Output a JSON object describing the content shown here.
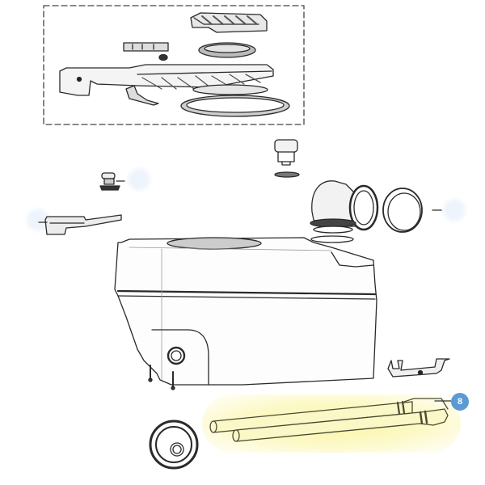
{
  "diagram": {
    "type": "exploded-parts-view",
    "subject": "portable toilet waste tank assembly",
    "highlight_color": "#fbf6a8",
    "callout_color": "#5b9bd5",
    "line_color": "#2a2a2a",
    "callouts": [
      {
        "label": "8",
        "part": "pouring spout / tube pair (highlighted)"
      }
    ],
    "parts": [
      {
        "name": "slide valve kit (dashed box)",
        "region": "top"
      },
      {
        "name": "valve cover"
      },
      {
        "name": "valve seal"
      },
      {
        "name": "valve blade assembly"
      },
      {
        "name": "lip seal ring"
      },
      {
        "name": "level indicator"
      },
      {
        "name": "vent plug"
      },
      {
        "name": "valve handle"
      },
      {
        "name": "elbow spout"
      },
      {
        "name": "spout cap"
      },
      {
        "name": "waste tank"
      },
      {
        "name": "bracket"
      },
      {
        "name": "wheel"
      },
      {
        "name": "tube pair"
      }
    ]
  }
}
